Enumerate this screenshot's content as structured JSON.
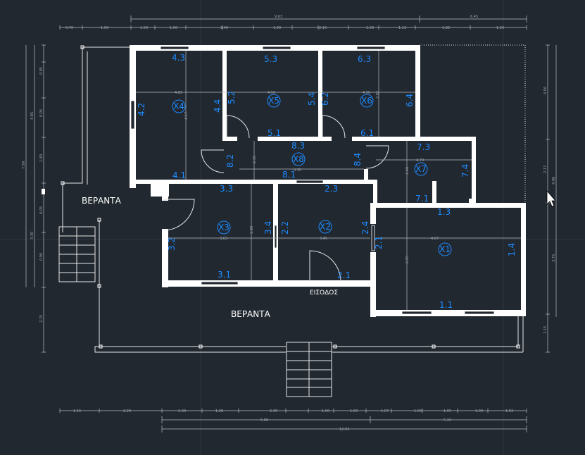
{
  "labels": {
    "verandas": [
      "ΒΕΡΑΝΤΑ",
      "ΒΕΡΑΝΤΑ"
    ],
    "entrance": "ΕΙΣΟΔΟΣ"
  },
  "rooms": [
    "Χ1",
    "Χ2",
    "Χ3",
    "Χ4",
    "Χ5",
    "Χ6",
    "Χ7",
    "Χ8"
  ],
  "wall_tags": [
    "4.3",
    "5.3",
    "6.3",
    "4.2",
    "4.4",
    "5.2",
    "5.4",
    "6.2",
    "6.4",
    "5.1",
    "6.1",
    "8.3",
    "8.2",
    "8.4",
    "8.1",
    "7.3",
    "7.4",
    "7.1",
    "4.1",
    "3.3",
    "2.3",
    "1.3",
    "3.2",
    "3.4",
    "2.2",
    "2.4",
    "2.1",
    "3.1",
    "1.1",
    "1.4"
  ],
  "dimensions": {
    "top_totals": [
      "9.63",
      "6.45"
    ],
    "top_segments": [
      "0.70",
      "1.60",
      "1.00",
      "1.00",
      "2.40",
      "1.00",
      "2.10",
      "1.00",
      "1.13",
      "1.82",
      "1.63"
    ],
    "bottom_segments": [
      "1.15",
      "2.20",
      "1.30",
      "1.28",
      "2.30",
      "1.00",
      "1.00",
      "1.07",
      "1.00",
      "1.05",
      "1.00",
      "1.03"
    ],
    "bottom_totals": [
      "6.88",
      "5.15",
      "12.03"
    ],
    "left": [
      "7.99",
      "4.85",
      "3.30",
      "0.85",
      "0.05",
      "1.80",
      "0.05",
      "0.90",
      "2.15"
    ],
    "right": [
      "4.06",
      "2.17",
      "4.98",
      "3.76",
      "1.15"
    ],
    "interior": [
      "4.85",
      "4.50",
      "4.90",
      "2.82",
      "4.17",
      "4.30",
      "2.35",
      "4.70",
      "2.40",
      "3.63",
      "2.80",
      "3.45",
      "2.15",
      "6.55",
      "5.00",
      "4.87"
    ]
  },
  "colors": {
    "background": "#212830",
    "wall": "#ffffff",
    "annotation": "#1e8bff",
    "dimension": "#b9bec4"
  },
  "icons": [
    "mouse-cursor-icon"
  ]
}
